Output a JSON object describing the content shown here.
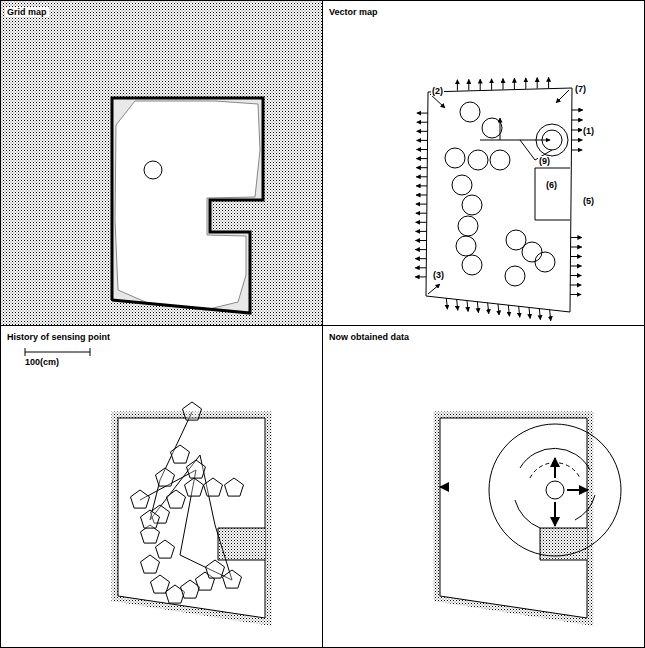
{
  "diagram": {
    "nodes": [
      {
        "text": [
          "Grid map"
        ]
      },
      {
        "text": [
          "Vector map"
        ]
      },
      {
        "text": [
          "History of sensing point"
        ]
      },
      {
        "text": [
          "Now obtained data"
        ]
      }
    ],
    "labels": [
      "(2)",
      "(7)",
      "(1)",
      "(9)",
      "(6)",
      "(5)",
      "(3)",
      "100(cm)"
    ]
  }
}
